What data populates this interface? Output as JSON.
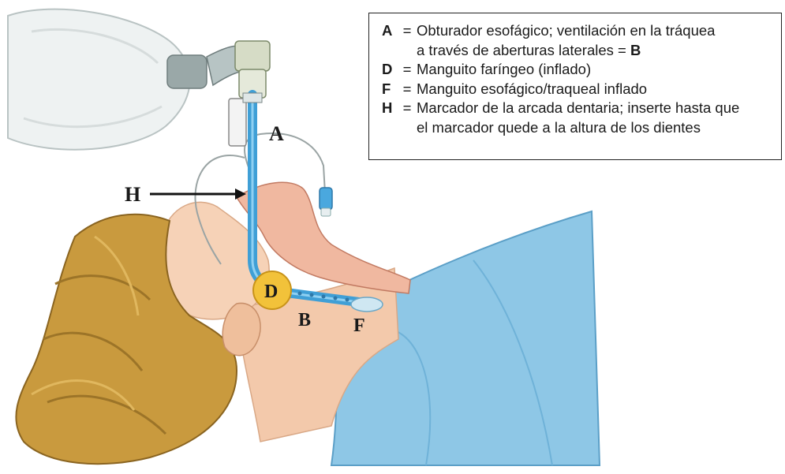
{
  "callouts": {
    "A": "A",
    "H": "H",
    "D": "D",
    "B": "B",
    "F": "F"
  },
  "legend": {
    "eq": "=",
    "items": [
      {
        "key": "A",
        "line1": "Obturador esofágico; ventilación en la tráquea",
        "line2_pre": "a través de aberturas laterales = ",
        "line2_bold": "B"
      },
      {
        "key": "D",
        "line1": "Manguito faríngeo (inflado)"
      },
      {
        "key": "F",
        "line1": "Manguito esofágico/traqueal inflado"
      },
      {
        "key": "H",
        "line1": "Marcador de la arcada dentaria; inserte hasta que",
        "line2_pre": "el marcador quede a la altura de los dientes"
      }
    ]
  },
  "colors": {
    "tube": "#3f9fd6",
    "cuff_d": "#f2c23a",
    "skin": "#f3c9ab",
    "gown": "#8ec7e6",
    "hair": "#c99a3e"
  }
}
